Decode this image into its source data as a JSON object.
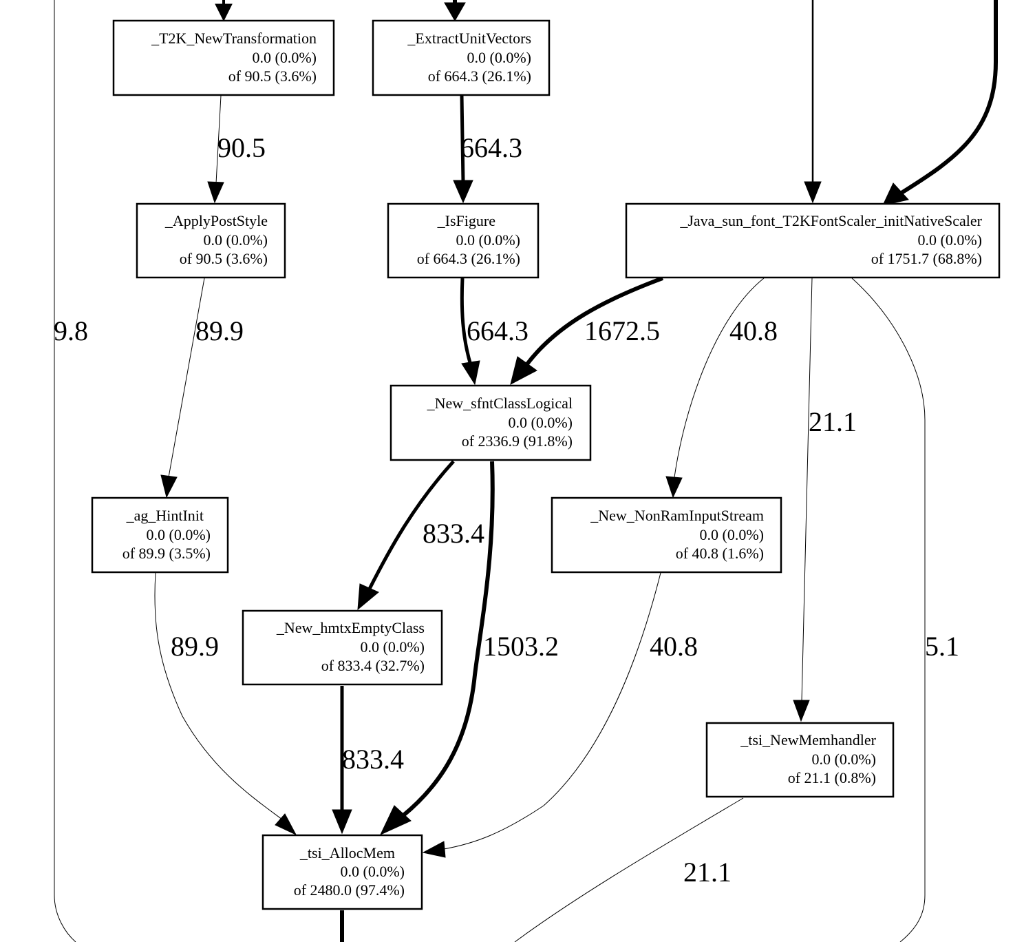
{
  "nodes": [
    {
      "id": "t2k",
      "name": "_T2K_NewTransformation",
      "self": "0.0 (0.0%)",
      "total": "of 90.5 (3.6%)"
    },
    {
      "id": "extract",
      "name": "_ExtractUnitVectors",
      "self": "0.0 (0.0%)",
      "total": "of 664.3 (26.1%)"
    },
    {
      "id": "applypost",
      "name": "_ApplyPostStyle",
      "self": "0.0 (0.0%)",
      "total": "of 90.5 (3.6%)"
    },
    {
      "id": "isfigure",
      "name": "_IsFigure",
      "self": "0.0 (0.0%)",
      "total": "of 664.3 (26.1%)"
    },
    {
      "id": "javascaler",
      "name": "_Java_sun_font_T2KFontScaler_initNativeScaler",
      "self": "0.0 (0.0%)",
      "total": "of 1751.7 (68.8%)"
    },
    {
      "id": "sfnt",
      "name": "_New_sfntClassLogical",
      "self": "0.0 (0.0%)",
      "total": "of 2336.9 (91.8%)"
    },
    {
      "id": "hint",
      "name": "_ag_HintInit",
      "self": "0.0 (0.0%)",
      "total": "of 89.9 (3.5%)"
    },
    {
      "id": "nonram",
      "name": "_New_NonRamInputStream",
      "self": "0.0 (0.0%)",
      "total": "of 40.8 (1.6%)"
    },
    {
      "id": "hmtx",
      "name": "_New_hmtxEmptyClass",
      "self": "0.0 (0.0%)",
      "total": "of 833.4 (32.7%)"
    },
    {
      "id": "memhandler",
      "name": "_tsi_NewMemhandler",
      "self": "0.0 (0.0%)",
      "total": "of 21.1 (0.8%)"
    },
    {
      "id": "alloc",
      "name": "_tsi_AllocMem",
      "self": "0.0 (0.0%)",
      "total": "of 2480.0 (97.4%)"
    }
  ],
  "edges": [
    {
      "id": "t2k-applypost",
      "label": "90.5"
    },
    {
      "id": "extract-isfigure",
      "label": "664.3"
    },
    {
      "id": "applypost-hint",
      "label": "89.9"
    },
    {
      "id": "isfigure-sfnt",
      "label": "664.3"
    },
    {
      "id": "javascaler-sfnt",
      "label": "1672.5"
    },
    {
      "id": "javascaler-nonram",
      "label": "40.8"
    },
    {
      "id": "javascaler-memhandler",
      "label": "21.1"
    },
    {
      "id": "sfnt-hmtx",
      "label": "833.4"
    },
    {
      "id": "sfnt-alloc",
      "label": "1503.2"
    },
    {
      "id": "hint-alloc",
      "label": "89.9"
    },
    {
      "id": "nonram-alloc",
      "label": "40.8"
    },
    {
      "id": "hmtx-alloc",
      "label": "833.4"
    },
    {
      "id": "memhandler-out",
      "label": "21.1"
    },
    {
      "id": "javascaler-out",
      "label": "5.1"
    },
    {
      "id": "left-edge",
      "label": "9.8"
    }
  ]
}
